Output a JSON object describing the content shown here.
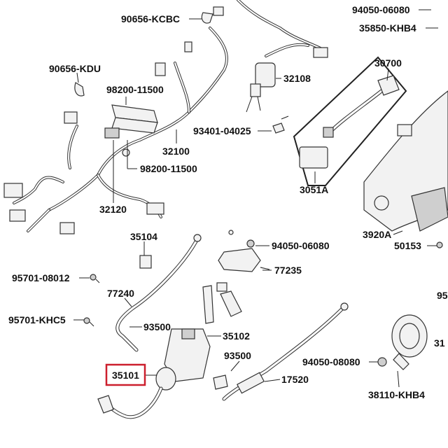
{
  "highlight_color": "#cc1f2d",
  "labels": {
    "l90656_kcbc": "90656-KCBC",
    "l94050_06080_top": "94050-06080",
    "l35850_khb4": "35850-KHB4",
    "l90656_kdu": "90656-KDU",
    "l32108": "32108",
    "l98200_11500_a": "98200-11500",
    "l30700": "30700",
    "l93401_04025": "93401-04025",
    "l32100": "32100",
    "l98200_11500_b": "98200-11500",
    "l3051a": "3051A",
    "l32120": "32120",
    "l35104": "35104",
    "l3920a": "3920A",
    "l50153": "50153",
    "l94050_06080_mid": "94050-06080",
    "l77235": "77235",
    "l95701_08012": "95701-08012",
    "l77240": "77240",
    "l95": "95",
    "l95701_khc5": "95701-KHC5",
    "l93500_a": "93500",
    "l35102": "35102",
    "l31": "31",
    "l93500_b": "93500",
    "l94050_08080": "94050-08080",
    "l35101": "35101",
    "l17520": "17520",
    "l38110_khb4": "38110-KHB4"
  }
}
